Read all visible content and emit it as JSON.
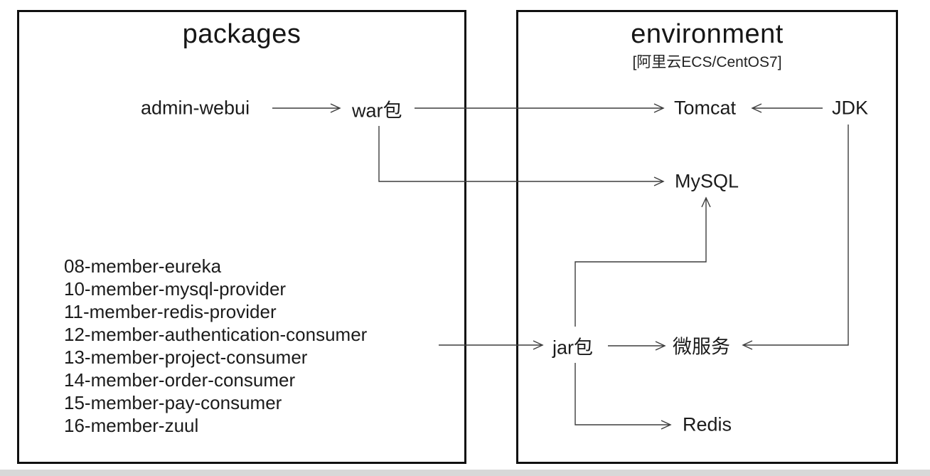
{
  "diagram": {
    "left_box": {
      "title": "packages",
      "nodes": {
        "admin_webui": "admin-webui",
        "war_pkg": "war包"
      },
      "members": [
        "08-member-eureka",
        "10-member-mysql-provider",
        "11-member-redis-provider",
        "12-member-authentication-consumer",
        "13-member-project-consumer",
        "14-member-order-consumer",
        "15-member-pay-consumer",
        "16-member-zuul"
      ]
    },
    "right_box": {
      "title": "environment",
      "subtitle": "[阿里云ECS/CentOS7]",
      "nodes": {
        "tomcat": "Tomcat",
        "jdk": "JDK",
        "mysql": "MySQL",
        "jar_pkg": "jar包",
        "microservice": "微服务",
        "redis": "Redis"
      }
    },
    "edges": [
      "admin-webui -> war包",
      "war包 -> Tomcat",
      "war包 -> MySQL",
      "members -> jar包",
      "jar包 -> 微服务",
      "jar包 -> MySQL",
      "jar包 -> Redis",
      "JDK -> Tomcat",
      "JDK -> 微服务"
    ],
    "colors": {
      "background": "#ffffff",
      "box_border": "#101010",
      "line": "#3d3d3d",
      "text": "#1b1b1b",
      "bottom_strip": "#d8d8d8"
    }
  }
}
